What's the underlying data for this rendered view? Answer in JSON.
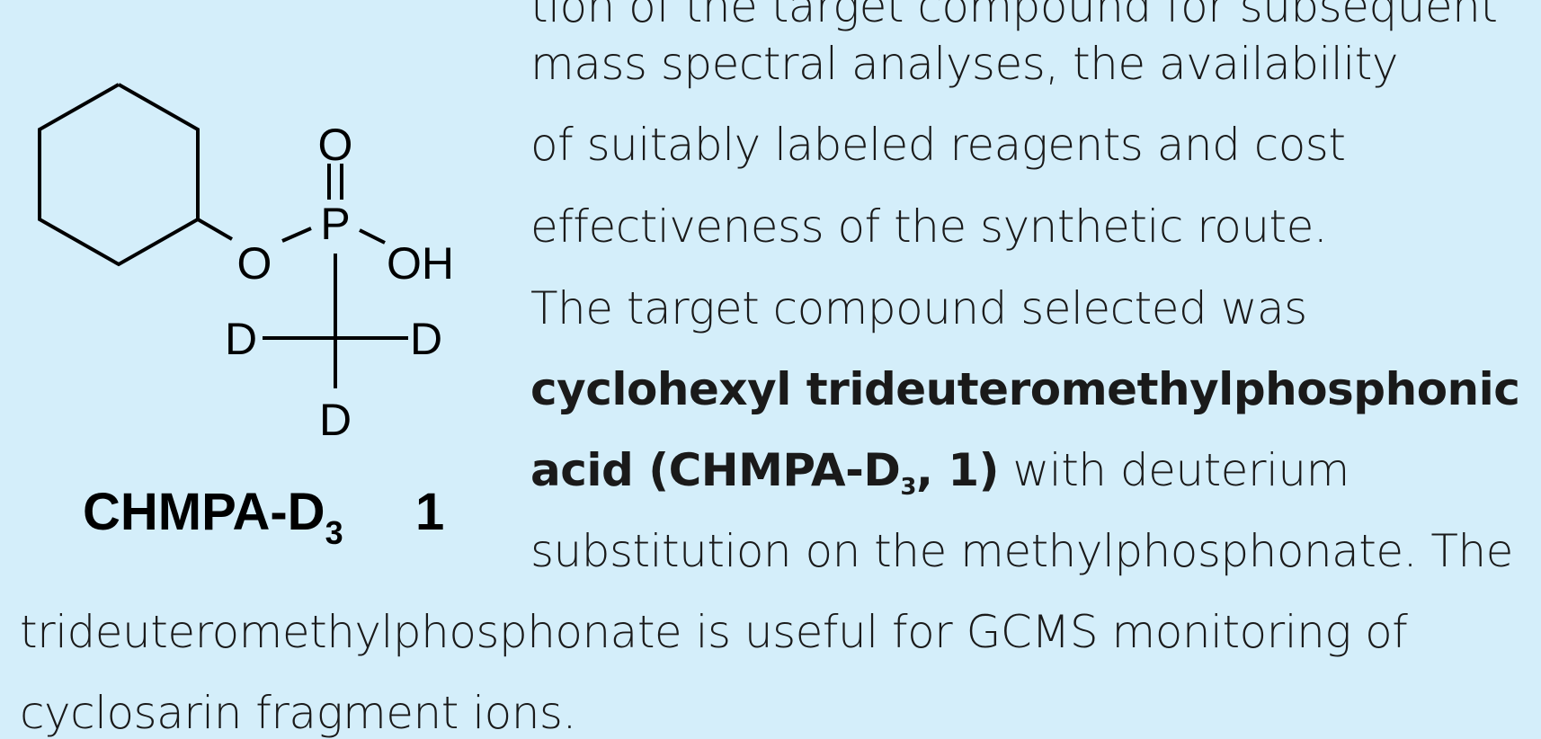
{
  "structure": {
    "atoms": {
      "o_top": "O",
      "p": "P",
      "o_left": "O",
      "oh": "OH",
      "d_left": "D",
      "d_right": "D",
      "d_bottom": "D"
    },
    "compound_label": "CHMPA-D",
    "compound_sub": "3",
    "compound_number": "1"
  },
  "text": {
    "line0": "tion of the target compound for subsequent",
    "line1": "mass spectral analyses, the availability",
    "line2": "of suitably labeled reagents and cost",
    "line3": "effectiveness of the synthetic route.",
    "line4": "The target compound selected was",
    "line5_bold": "cyclohexyl trideuteromethylphosphonic",
    "line6_bold_a": "acid (CHMPA-D",
    "line6_sub": "3",
    "line6_bold_b": ", 1)",
    "line6_rest": " with deuterium",
    "line7": "substitution on the methylphosphonate. The",
    "line8": "trideuteromethylphosphonate is useful for GCMS monitoring of",
    "line9": "cyclosarin fragment ions."
  }
}
